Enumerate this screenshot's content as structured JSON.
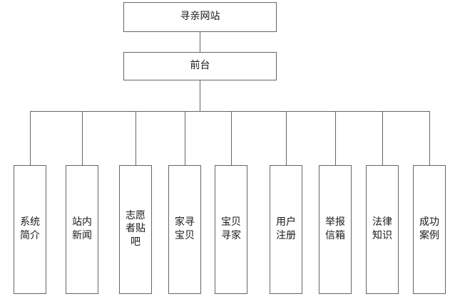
{
  "diagram": {
    "root": {
      "label": "寻亲网站"
    },
    "level2": {
      "label": "前台"
    },
    "leaves": [
      {
        "label": "系统简介"
      },
      {
        "label": "站内新闻"
      },
      {
        "label": "志愿者贴吧"
      },
      {
        "label": "家寻宝贝"
      },
      {
        "label": "宝贝寻家"
      },
      {
        "label": "用户注册"
      },
      {
        "label": "举报信箱"
      },
      {
        "label": "法律知识"
      },
      {
        "label": "成功案例"
      }
    ],
    "colors": {
      "line": "#666666",
      "text": "#1a1a1a",
      "background": "#ffffff"
    }
  }
}
